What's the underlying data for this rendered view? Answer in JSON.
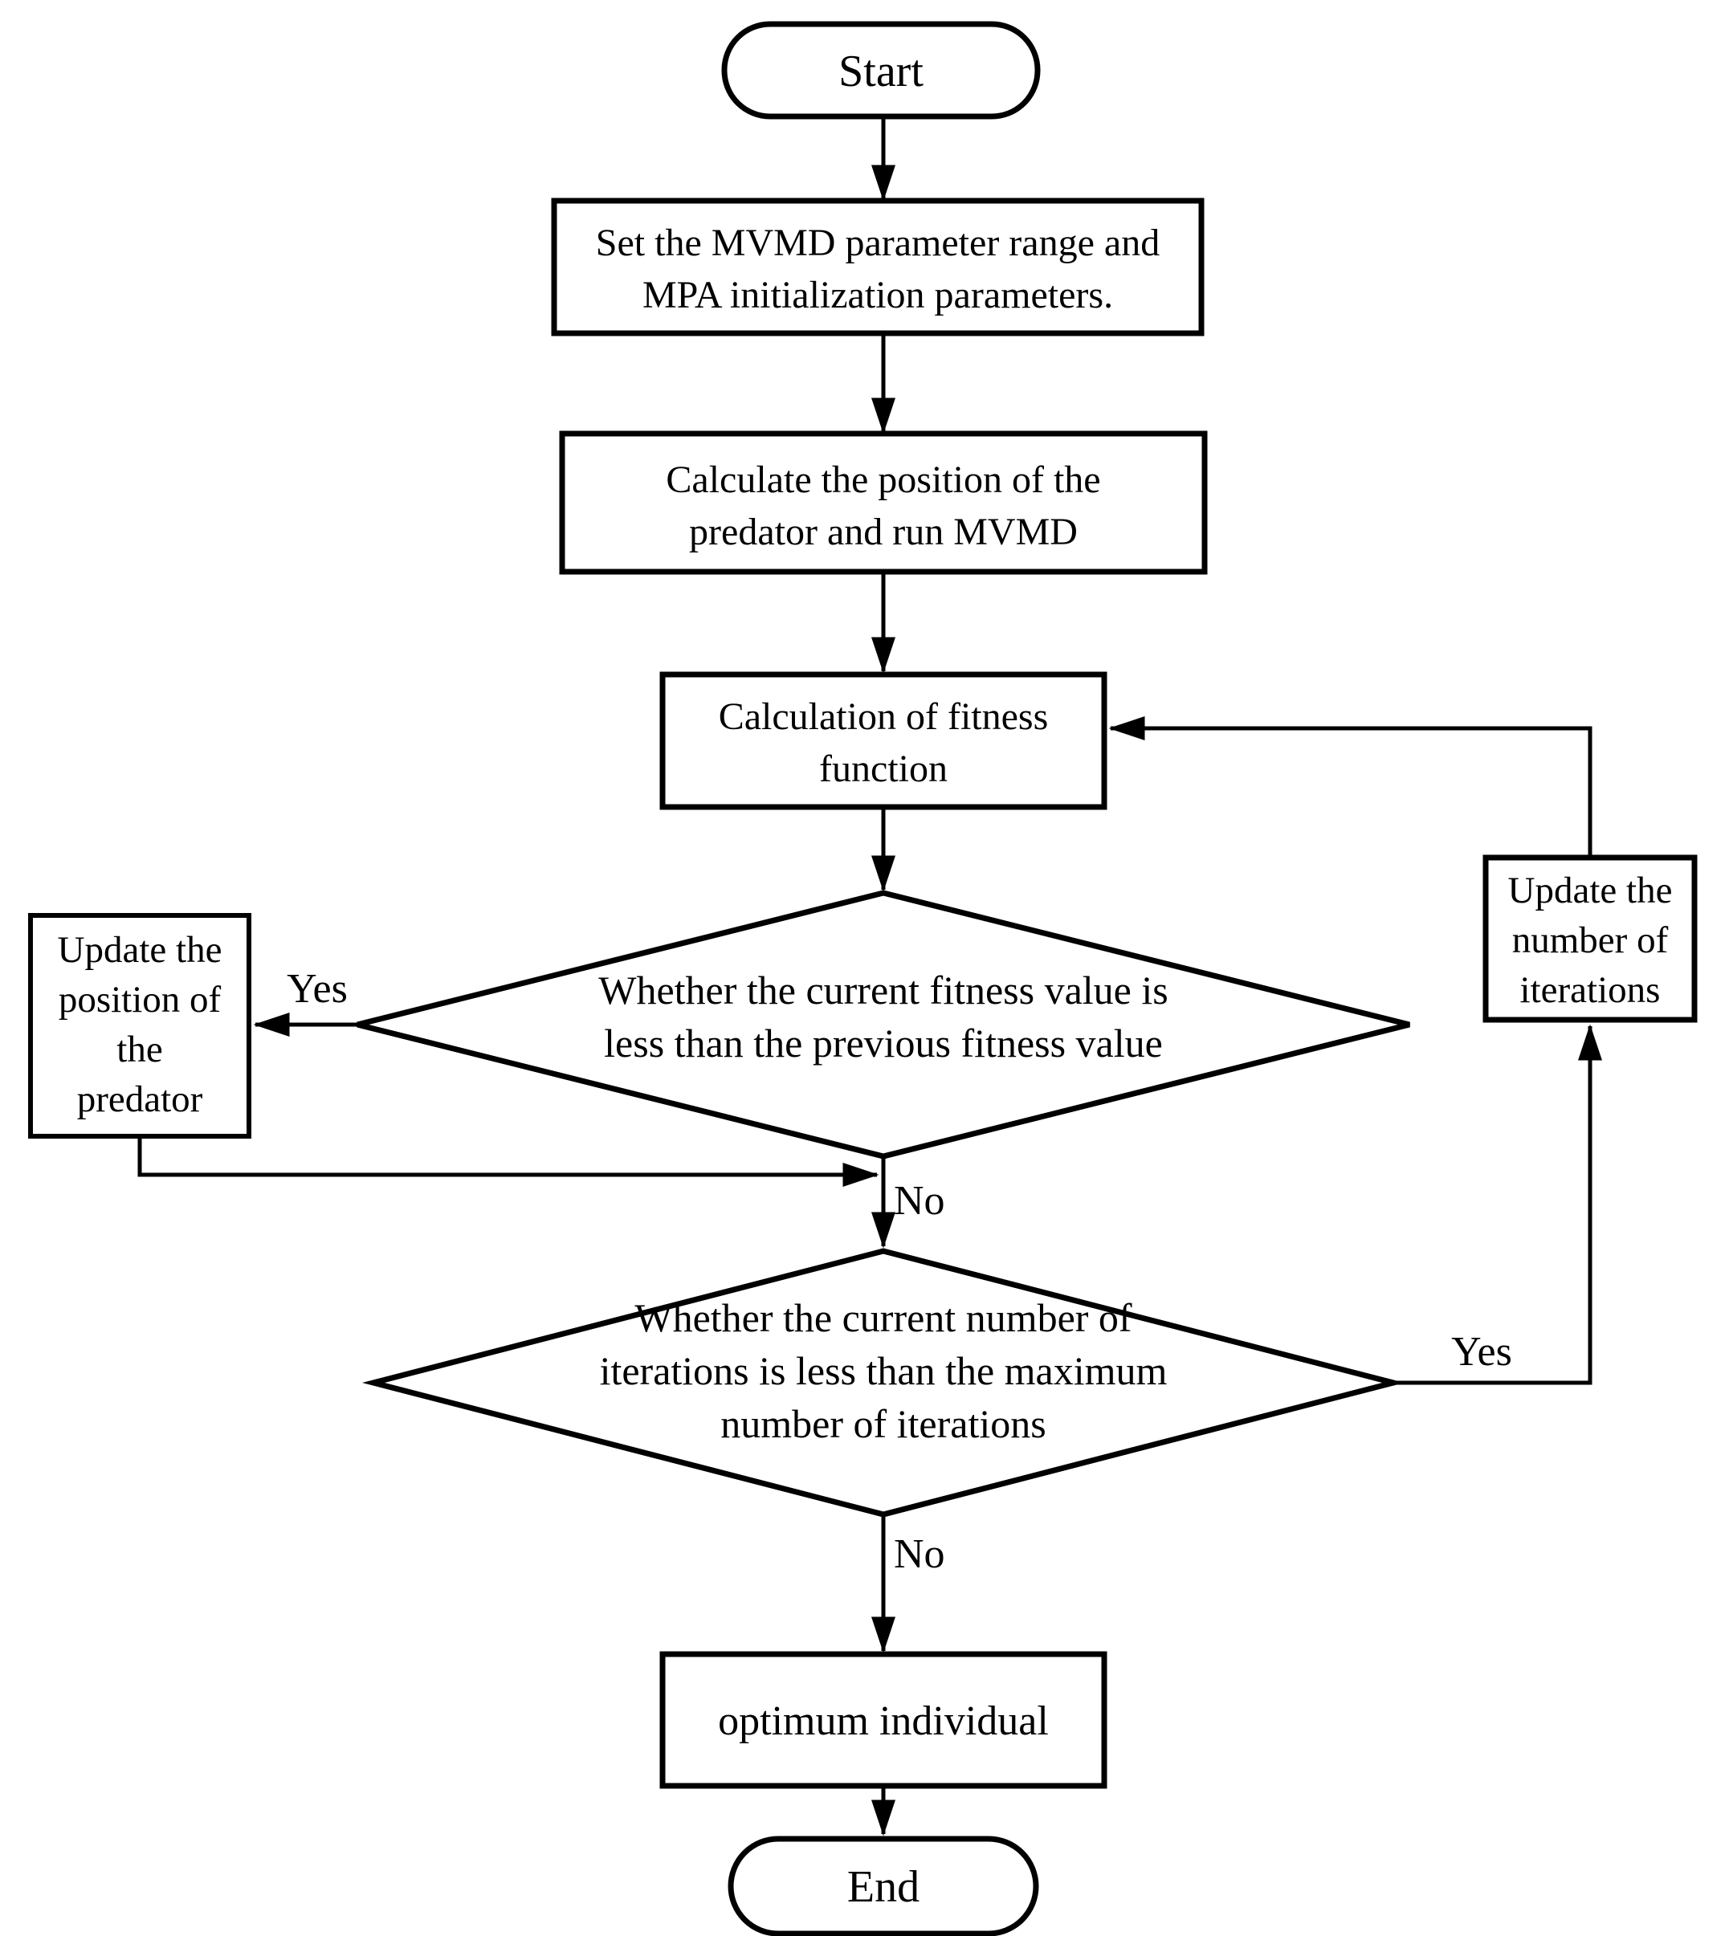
{
  "nodes": {
    "start": {
      "label": "Start"
    },
    "set_params": {
      "line1": "Set the MVMD parameter range and",
      "line2": "MPA initialization parameters."
    },
    "calc_position": {
      "line1": "Calculate the position of the",
      "line2": "predator and run MVMD"
    },
    "calc_fitness": {
      "line1": "Calculation of fitness",
      "line2": "function"
    },
    "decision_fitness": {
      "line1": "Whether the current fitness value is",
      "line2": "less than the previous fitness value"
    },
    "update_predator": {
      "line1": "Update the",
      "line2": "position of",
      "line3": "the",
      "line4": "predator"
    },
    "decision_iterations": {
      "line1": "Whether the current number of",
      "line2": "iterations is less than the maximum",
      "line3": "number of iterations"
    },
    "update_iterations": {
      "line1": "Update the",
      "line2": "number of",
      "line3": "iterations"
    },
    "optimum": {
      "label": "optimum individual"
    },
    "end": {
      "label": "End"
    }
  },
  "edge_labels": {
    "fitness_yes": "Yes",
    "fitness_no": "No",
    "iterations_yes": "Yes",
    "iterations_no": "No"
  },
  "colors": {
    "stroke": "#000000",
    "background": "#ffffff",
    "text": "#000000"
  }
}
